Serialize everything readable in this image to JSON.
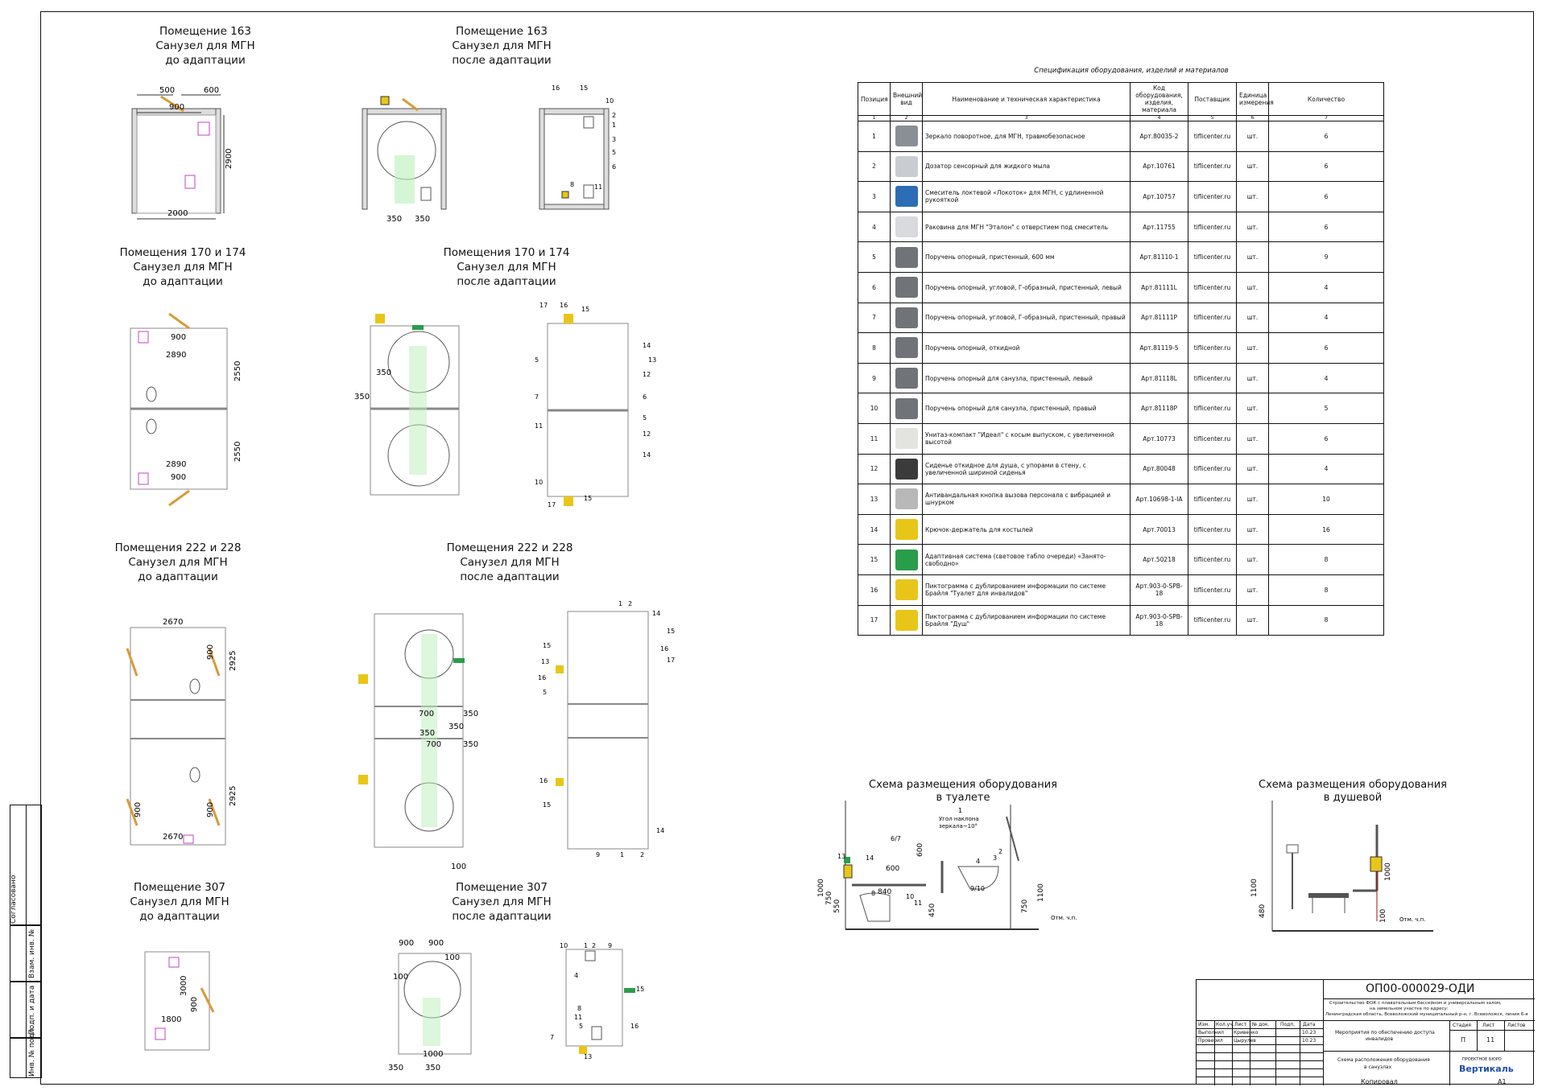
{
  "rooms": [
    {
      "id": "163-before",
      "l1": "Помещение 163",
      "l2": "Санузел для МГН",
      "l3": "до адаптации"
    },
    {
      "id": "163-after",
      "l1": "Помещение 163",
      "l2": "Санузел для МГН",
      "l3": "после адаптации"
    },
    {
      "id": "170-before",
      "l1": "Помещения 170 и 174",
      "l2": "Санузел для МГН",
      "l3": "до адаптации"
    },
    {
      "id": "170-after",
      "l1": "Помещения 170 и 174",
      "l2": "Санузел для МГН",
      "l3": "после адаптации"
    },
    {
      "id": "222-before",
      "l1": "Помещения 222 и 228",
      "l2": "Санузел для МГН",
      "l3": "до адаптации"
    },
    {
      "id": "222-after",
      "l1": "Помещения 222 и 228",
      "l2": "Санузел для МГН",
      "l3": "после адаптации"
    },
    {
      "id": "307-before",
      "l1": "Помещение 307",
      "l2": "Санузел для МГН",
      "l3": "до адаптации"
    },
    {
      "id": "307-after",
      "l1": "Помещение 307",
      "l2": "Санузел для МГН",
      "l3": "после адаптации"
    }
  ],
  "dims": {
    "p163": [
      "500",
      "600",
      "900",
      "2900",
      "2000",
      "350",
      "350"
    ],
    "p170": [
      "900",
      "2890",
      "2550",
      "2550",
      "2890",
      "900",
      "350",
      "350"
    ],
    "p222": [
      "2670",
      "900",
      "2925",
      "2925",
      "900",
      "900",
      "2670",
      "700",
      "350",
      "350",
      "700",
      "350",
      "350",
      "100"
    ],
    "p307": [
      "1800",
      "3000",
      "900",
      "900",
      "900",
      "100",
      "100",
      "1000",
      "350",
      "350"
    ]
  },
  "spec": {
    "caption": "Спецификация оборудования, изделий и материалов",
    "headers": [
      "Позиция",
      "Внешний вид",
      "Наименование и техническая характеристика",
      "Код оборудования, изделия, материала",
      "Поставщик",
      "Единица измерения",
      "Количество"
    ],
    "col_numbers": [
      "1",
      "2",
      "3",
      "4",
      "5",
      "6",
      "7"
    ],
    "rows": [
      {
        "pos": "1",
        "name": "Зеркало поворотное, для МГН, травмобезопасное",
        "code": "Арт.80035-2",
        "supplier": "tiflicenter.ru",
        "unit": "шт.",
        "qty": "6",
        "icon": "mirror-icon",
        "color": "#8a8f96"
      },
      {
        "pos": "2",
        "name": "Дозатор сенсорный для жидкого мыла",
        "code": "Арт.10761",
        "supplier": "tiflicenter.ru",
        "unit": "шт.",
        "qty": "6",
        "icon": "soap-dispenser-icon",
        "color": "#c9ccd1"
      },
      {
        "pos": "3",
        "name": "Смеситель локтевой «Локоток» для МГН, с удлиненной рукояткой",
        "code": "Арт.10757",
        "supplier": "tiflicenter.ru",
        "unit": "шт.",
        "qty": "6",
        "icon": "mixer-tap-icon",
        "color": "#2d6db5"
      },
      {
        "pos": "4",
        "name": "Раковина для МГН \"Эталон\" с отверстием под смеситель",
        "code": "Арт.11755",
        "supplier": "tiflicenter.ru",
        "unit": "шт.",
        "qty": "6",
        "icon": "washbasin-icon",
        "color": "#d8dadd"
      },
      {
        "pos": "5",
        "name": "Поручень опорный, пристенный, 600 мм",
        "code": "Арт.81110-1",
        "supplier": "tiflicenter.ru",
        "unit": "шт.",
        "qty": "9",
        "icon": "handrail-straight-icon",
        "color": "#707378"
      },
      {
        "pos": "6",
        "name": "Поручень опорный, угловой, Г-образный, пристенный, левый",
        "code": "Арт.81111L",
        "supplier": "tiflicenter.ru",
        "unit": "шт.",
        "qty": "4",
        "icon": "handrail-corner-left-icon",
        "color": "#707378"
      },
      {
        "pos": "7",
        "name": "Поручень опорный, угловой, Г-образный, пристенный, правый",
        "code": "Арт.81111P",
        "supplier": "tiflicenter.ru",
        "unit": "шт.",
        "qty": "4",
        "icon": "handrail-corner-right-icon",
        "color": "#707378"
      },
      {
        "pos": "8",
        "name": "Поручень опорный, откидной",
        "code": "Арт.81119-5",
        "supplier": "tiflicenter.ru",
        "unit": "шт.",
        "qty": "6",
        "icon": "handrail-folding-icon",
        "color": "#707378"
      },
      {
        "pos": "9",
        "name": "Поручень опорный для санузла, пристенный, левый",
        "code": "Арт.81118L",
        "supplier": "tiflicenter.ru",
        "unit": "шт.",
        "qty": "4",
        "icon": "handrail-toilet-left-icon",
        "color": "#707378"
      },
      {
        "pos": "10",
        "name": "Поручень опорный для санузла, пристенный, правый",
        "code": "Арт.81118P",
        "supplier": "tiflicenter.ru",
        "unit": "шт.",
        "qty": "5",
        "icon": "handrail-toilet-right-icon",
        "color": "#707378"
      },
      {
        "pos": "11",
        "name": "Унитаз-компакт \"Идеал\" с косым выпуском, с увеличенной высотой",
        "code": "Арт.10773",
        "supplier": "tiflicenter.ru",
        "unit": "шт.",
        "qty": "6",
        "icon": "toilet-icon",
        "color": "#e3e3e0"
      },
      {
        "pos": "12",
        "name": "Сиденье откидное для душа, с упорами в стену, с увеличенной шириной сиденья",
        "code": "Арт.80048",
        "supplier": "tiflicenter.ru",
        "unit": "шт.",
        "qty": "4",
        "icon": "shower-seat-icon",
        "color": "#3b3b3b"
      },
      {
        "pos": "13",
        "name": "Антивандальная кнопка вызова персонала с вибрацией и шнурком",
        "code": "Арт.10698-1-IA",
        "supplier": "tiflicenter.ru",
        "unit": "шт.",
        "qty": "10",
        "icon": "call-button-icon",
        "color": "#b8b8b8"
      },
      {
        "pos": "14",
        "name": "Крючок-держатель для костылей",
        "code": "Арт.70013",
        "supplier": "tiflicenter.ru",
        "unit": "шт.",
        "qty": "16",
        "icon": "crutch-holder-icon",
        "color": "#e8c619"
      },
      {
        "pos": "15",
        "name": "Адаптивная система (световое табло очереди) «Занято-свободно»",
        "code": "Арт.50218",
        "supplier": "tiflicenter.ru",
        "unit": "шт.",
        "qty": "8",
        "icon": "occupancy-sign-icon",
        "color": "#2a9d4a"
      },
      {
        "pos": "16",
        "name": "Пиктограмма с дублированием информации по системе Брайля \"Туалет для инвалидов\"",
        "code": "Арт.903-0-SPB-18",
        "supplier": "tiflicenter.ru",
        "unit": "шт.",
        "qty": "8",
        "icon": "wc-pictogram-icon",
        "color": "#e8c619"
      },
      {
        "pos": "17",
        "name": "Пиктограмма с дублированием информации по системе Брайля \"Душ\"",
        "code": "Арт.903-0-SPB-18",
        "supplier": "tiflicenter.ru",
        "unit": "шт.",
        "qty": "8",
        "icon": "shower-pictogram-icon",
        "color": "#e8c619"
      }
    ]
  },
  "schemes": {
    "toilet": {
      "l1": "Схема размещения оборудования",
      "l2": "в туалете",
      "mirror_note_num": "1",
      "mirror_note_a": "Угол наклона",
      "mirror_note_b": "зеркала~10°",
      "dims": [
        "600",
        "1000",
        "750",
        "550",
        "840",
        "450",
        "600",
        "750",
        "1100"
      ],
      "labels": [
        "6/7",
        "13",
        "14",
        "8",
        "10",
        "11",
        "9/10",
        "4",
        "3",
        "2",
        "1"
      ],
      "floor": "Отм. ч.п."
    },
    "shower": {
      "l1": "Схема размещения оборудования",
      "l2": "в душевой",
      "dims": [
        "1000",
        "1100",
        "480",
        "100"
      ],
      "floor": "Отм. ч.п."
    }
  },
  "stamp": {
    "code": "ОП00-000029-ОДИ",
    "project_l1": "Строительство ФОК с плавательным бассейном и универсальным залом,",
    "project_l2": "на земельном участке по адресу:",
    "project_l3": "Ленинградская область, Всеволожский муниципальный р-н, г. Всеволожск, линия 6-я",
    "hdr": [
      "Изм.",
      "Кол.уч.",
      "Лист",
      "№ док.",
      "Подп.",
      "Дата"
    ],
    "rows": [
      [
        "Выполнил",
        "Кривенко",
        "",
        "10.23"
      ],
      [
        "Проверил",
        "Цырулев",
        "",
        "10.23"
      ]
    ],
    "section_a": "Мероприятия по обеспечению доступа",
    "section_b": "инвалидов",
    "sheet_name_a": "Схема расположения оборудования",
    "sheet_name_b": "в санузлах",
    "stage_h": "Стадия",
    "sheet_h": "Лист",
    "sheets_h": "Листов",
    "stage": "П",
    "sheet": "11",
    "sheets": "",
    "company_top": "ПРОЕКТНОЕ БЮРО",
    "company": "Вертикаль",
    "copied": "Копировал",
    "format": "А1"
  },
  "side": {
    "agreed": "Согласовано",
    "inv_sub": "Взам. инв. №",
    "sign_date": "Подп. и дата",
    "inv_orig": "Инв. № подл."
  }
}
